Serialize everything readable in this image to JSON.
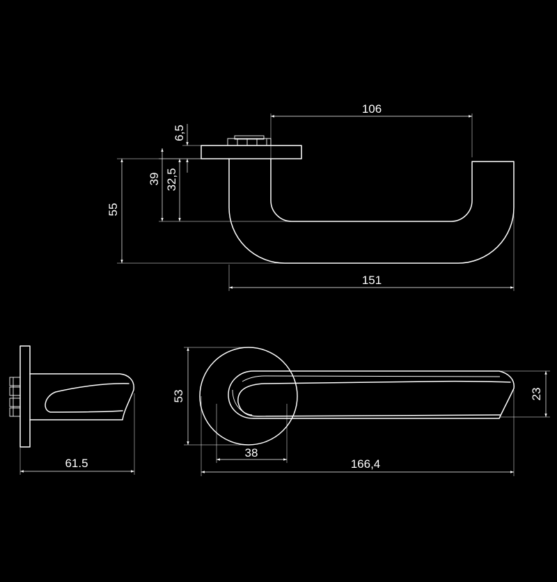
{
  "colors": {
    "background": "#000000",
    "line": "#ffffff"
  },
  "dimensions": {
    "top_view": {
      "overall_length": "151",
      "inner_length": "106",
      "rose_thickness": "6,5",
      "grip_to_rose": "32,5",
      "inner_height": "39",
      "overall_height": "55"
    },
    "side_view": {
      "projection": "61.5"
    },
    "front_view": {
      "rose_diameter": "53",
      "grip_height": "23",
      "lever_start": "38",
      "overall_length": "166,4"
    }
  }
}
